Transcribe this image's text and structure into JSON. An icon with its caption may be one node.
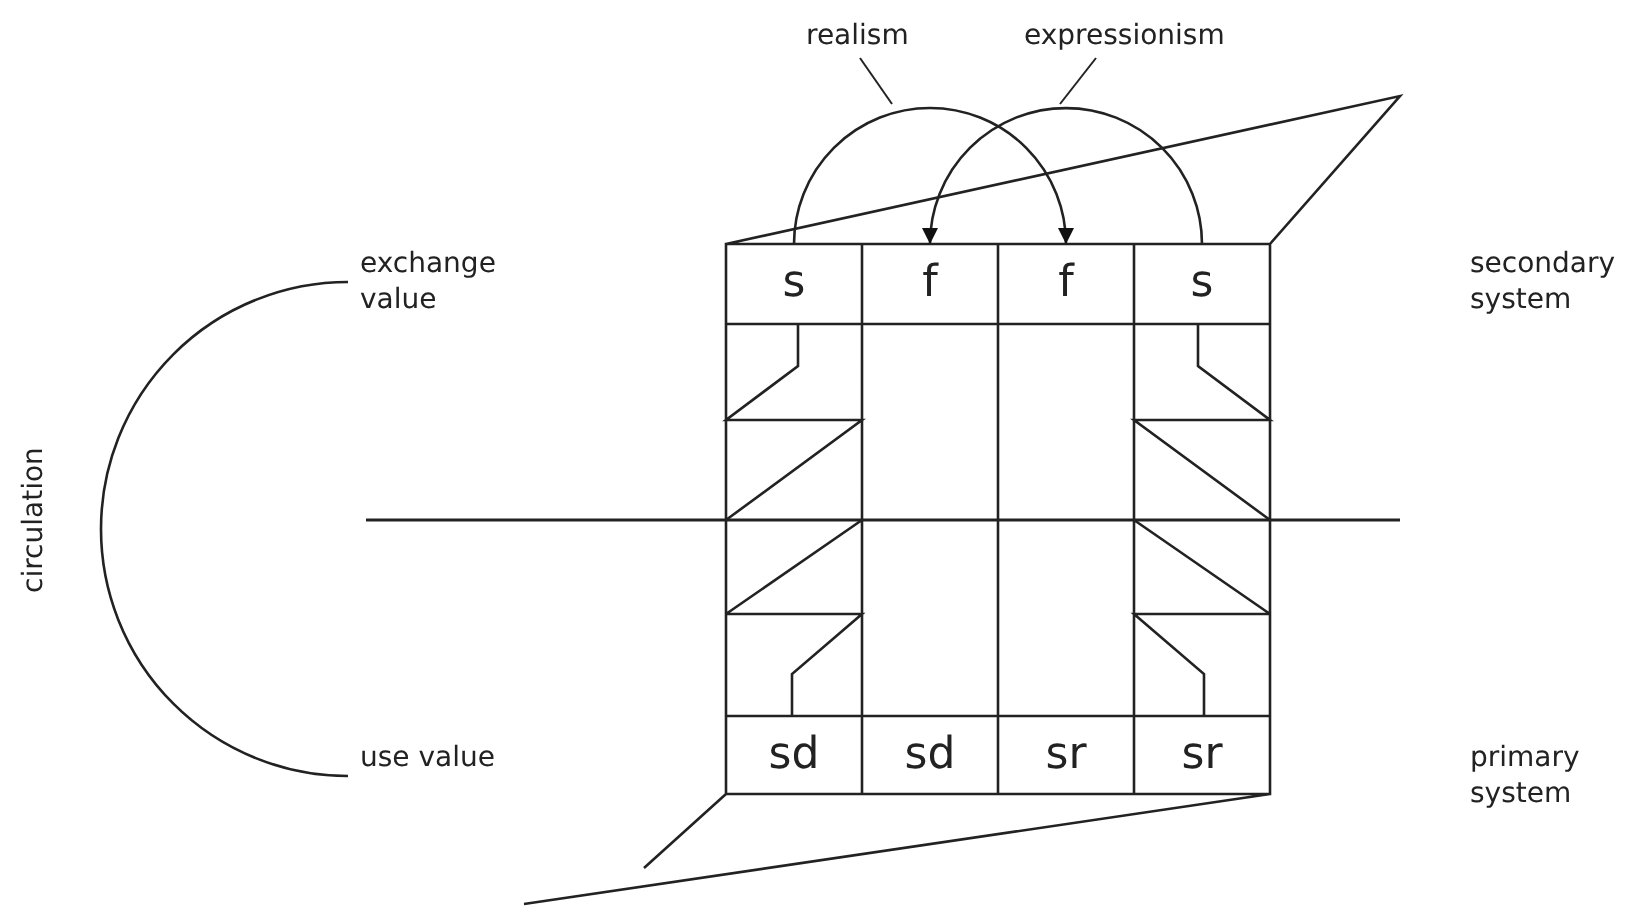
{
  "diagram": {
    "nodes": [
      {
        "text": [
          "s"
        ]
      },
      {
        "text": [
          "f"
        ]
      },
      {
        "text": [
          "f"
        ]
      },
      {
        "text": [
          "s"
        ]
      },
      {
        "text": [
          "sd"
        ]
      },
      {
        "text": [
          "sd"
        ]
      },
      {
        "text": [
          "sr"
        ]
      },
      {
        "text": [
          "sr"
        ]
      },
      {
        "text": [
          "exchange value"
        ]
      },
      {
        "text": [
          "use value"
        ]
      }
    ],
    "edges": [
      {
        "from": 0,
        "to": 2,
        "arrow": "to",
        "label": "realism"
      },
      {
        "from": 3,
        "to": 1,
        "arrow": "to",
        "label": "expressionism"
      },
      {
        "from": 8,
        "to": 9,
        "arrow": "none",
        "label": "circulation"
      }
    ],
    "labels": [
      "secondary system",
      "primary system"
    ]
  }
}
